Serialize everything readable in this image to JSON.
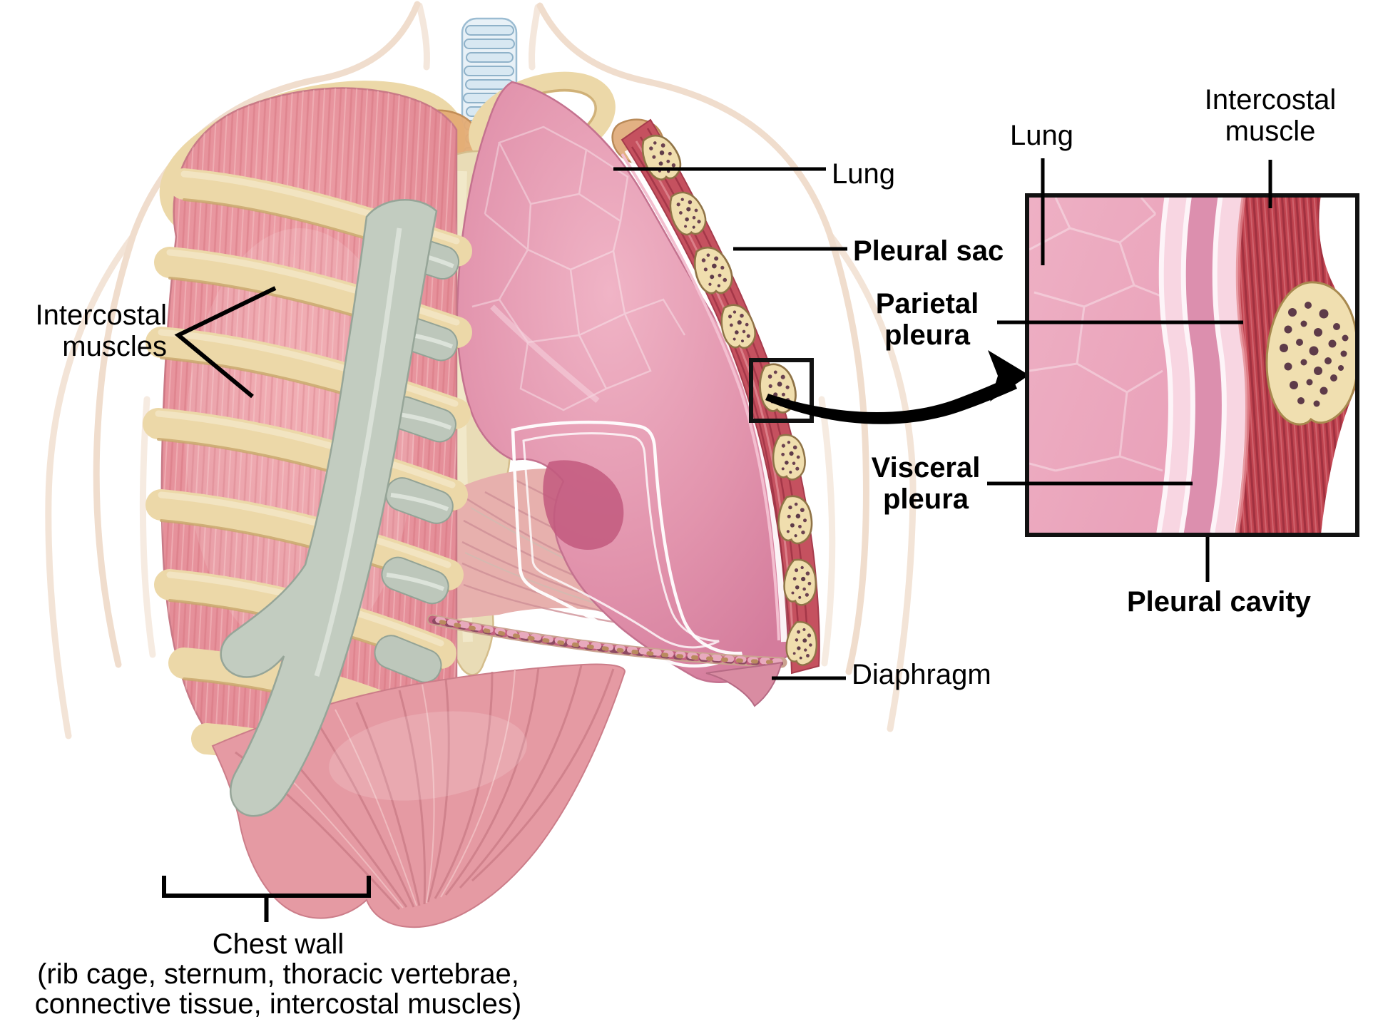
{
  "figure": {
    "type": "anatomical-diagram",
    "subject": "Thoracic cavity, pleural membranes and chest wall with magnified inset of pleural layers"
  },
  "labels": {
    "intercostal_muscles": {
      "line1": "Intercostal",
      "line2": "muscles"
    },
    "lung": "Lung",
    "pleural_sac": "Pleural sac",
    "parietal_pleura": {
      "line1": "Parietal",
      "line2": "pleura"
    },
    "visceral_pleura": {
      "line1": "Visceral",
      "line2": "pleura"
    },
    "diaphragm": "Diaphragm",
    "chest_wall": {
      "line1": "Chest wall",
      "line2": "(rib cage, sternum, thoracic vertebrae,",
      "line3": "connective tissue, intercostal muscles)"
    }
  },
  "inset": {
    "lung_label": "Lung",
    "intercostal_muscle": {
      "line1": "Intercostal",
      "line2": "muscle"
    },
    "pleural_cavity": "Pleural cavity"
  },
  "colors": {
    "background": "#ffffff",
    "label_text": "#000000",
    "body_outline": "#f0ddcd",
    "lung_pink": "#e294ad",
    "lung_deep_pink": "#c2597e",
    "intercostal_muscle_pink": "#e8939d",
    "sac_muscle_red": "#c5515f",
    "rib_cream": "#ecd8a8",
    "cartilage_gray": "#bdc7bb",
    "vertebra_tan": "#e9dcb6",
    "trachea_blue": "#d8e8f2",
    "bone_marrow": "#6b4250",
    "inset_muscle_red": "#c0434f",
    "pleura_band_pink": "#f8d6e2",
    "pleural_cavity_pink": "#dc8fae"
  }
}
